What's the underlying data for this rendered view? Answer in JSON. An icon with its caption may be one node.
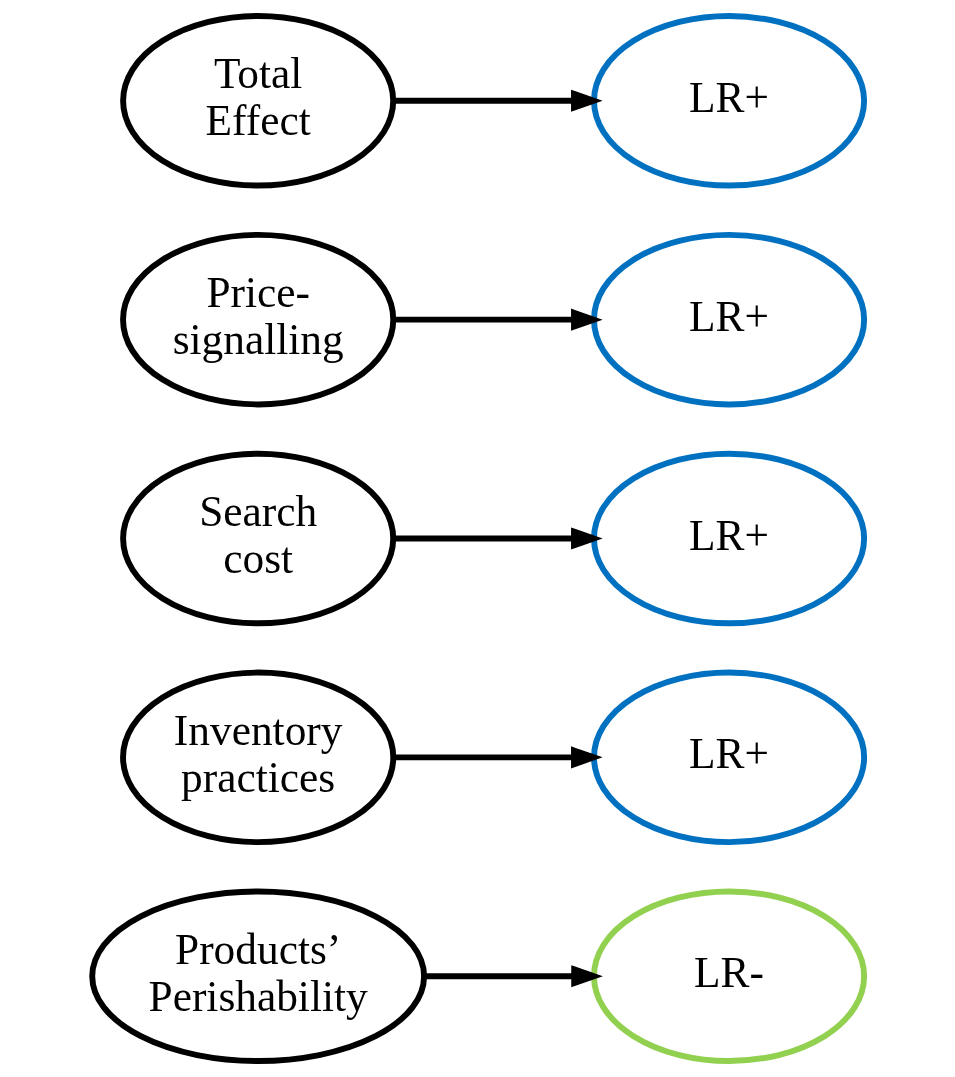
{
  "diagram": {
    "nodes": [
      {
        "text": [
          "Products’ Perishability"
        ]
      },
      {
        "text": [
          "LR-"
        ]
      },
      {
        "text": [
          "Inventory practices"
        ]
      },
      {
        "text": [
          "LR+"
        ]
      },
      {
        "text": [
          "Search cost"
        ]
      },
      {
        "text": [
          "LR+"
        ]
      },
      {
        "text": [
          "Price-signalling"
        ]
      },
      {
        "text": [
          "LR+"
        ]
      },
      {
        "text": [
          "Total Effect"
        ]
      },
      {
        "text": [
          "LR+"
        ]
      }
    ],
    "edges": [
      {
        "from": 0,
        "to": 1,
        "arrow": "to"
      },
      {
        "from": 2,
        "to": 3,
        "arrow": "to"
      },
      {
        "from": 4,
        "to": 5,
        "arrow": "to"
      },
      {
        "from": 6,
        "to": 7,
        "arrow": "to"
      },
      {
        "from": 8,
        "to": 9,
        "arrow": "to"
      }
    ]
  }
}
